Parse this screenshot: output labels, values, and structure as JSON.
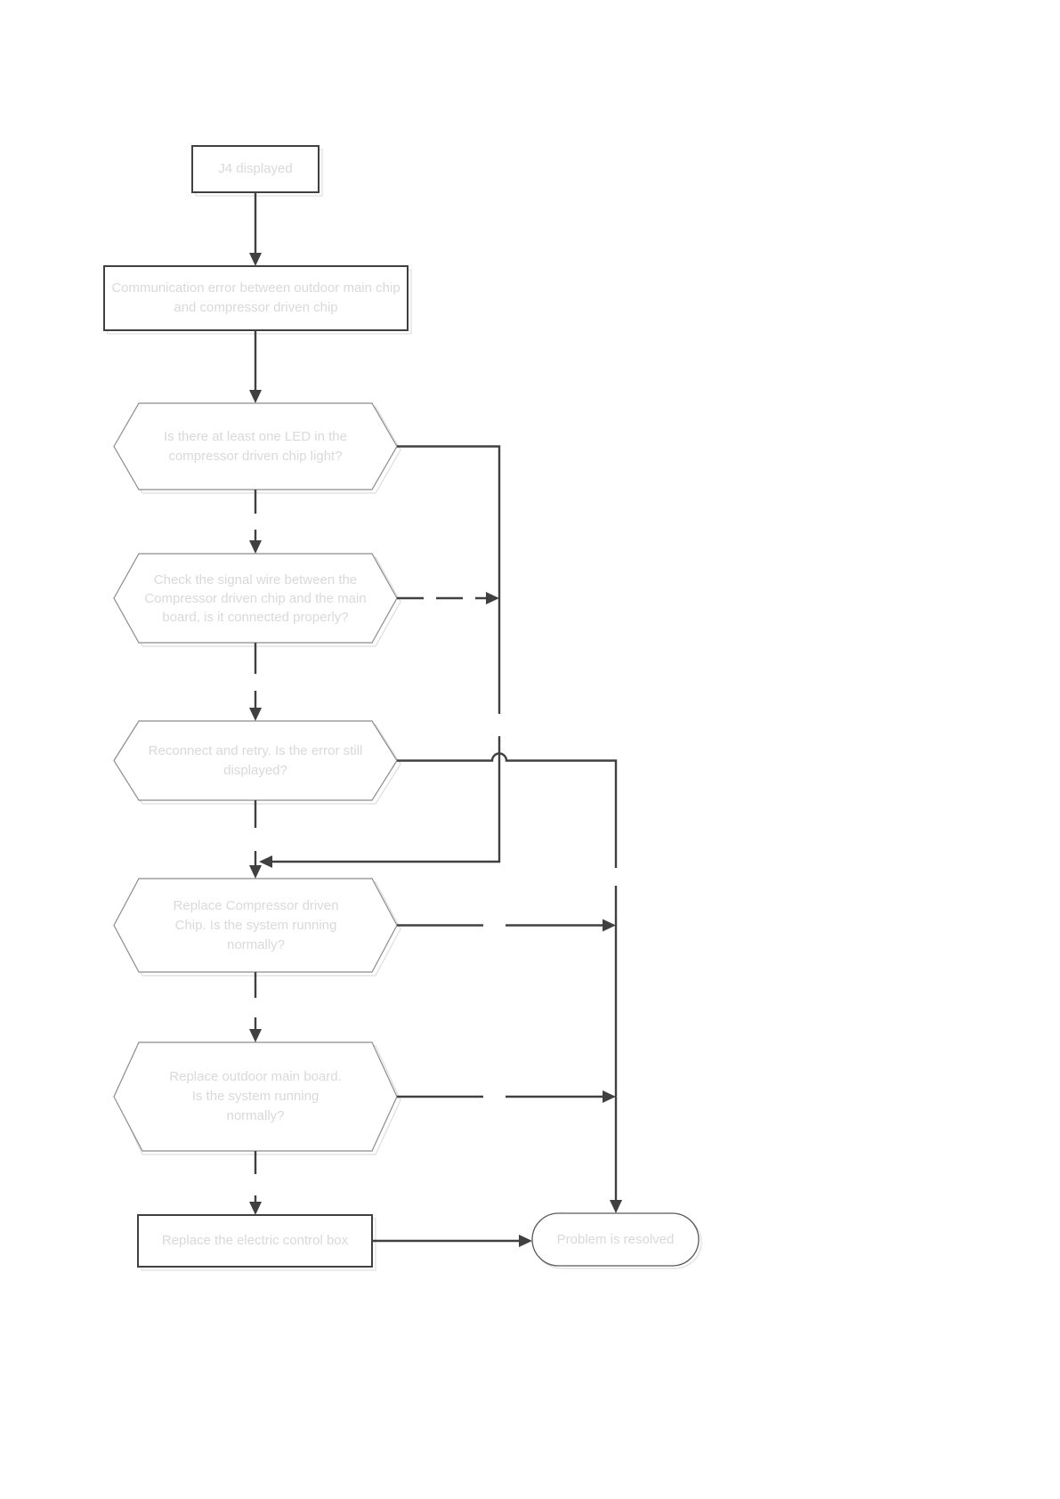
{
  "title": "Flowchart: J4 error troubleshooting",
  "nodes": {
    "start": {
      "label": "J4 displayed"
    },
    "error_desc": {
      "label": "Communication error between outdoor main chip and compressor driven chip"
    },
    "q_led": {
      "label": "Is there at least one LED in the compressor driven chip light?"
    },
    "q_signal_wire": {
      "label": "Check the signal wire between the Compressor driven chip and the main board, is it connected properly?"
    },
    "q_reconnect": {
      "label": "Reconnect and retry. Is the error still displayed?"
    },
    "q_replace_chip": {
      "label": "Replace Compressor driven Chip. Is the system running normally?"
    },
    "q_replace_board": {
      "label": "Replace outdoor main board. Is the system running normally?"
    },
    "replace_box": {
      "label": "Replace the electric control box"
    },
    "resolved": {
      "label": "Problem is resolved"
    }
  },
  "colors": {
    "line-color": "#404040",
    "box-border": "#404040",
    "hex-border": "#8c8c8c",
    "shadow-color": "#dedede",
    "text-color": "#d9d9d9",
    "bg": "#ffffff"
  }
}
